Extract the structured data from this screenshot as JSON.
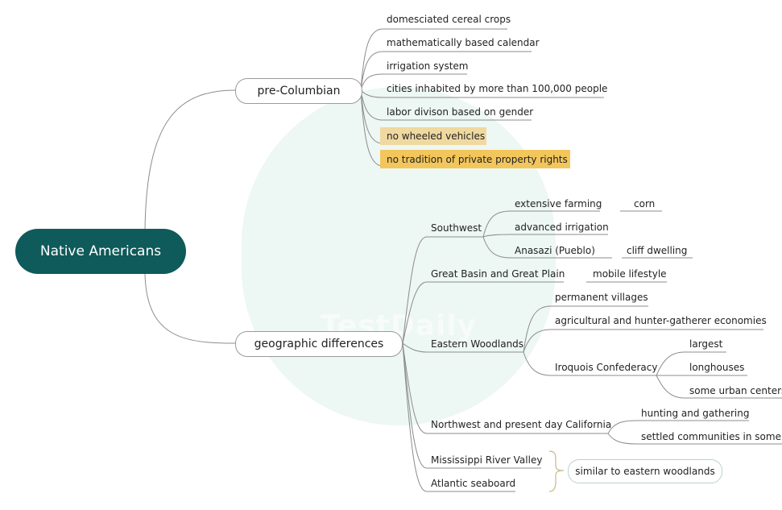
{
  "root": "Native Americans",
  "watermark": "TestDaily",
  "branches": {
    "pre_columbian": {
      "label": "pre-Columbian",
      "items": [
        "domesciated cereal crops",
        "mathematically based calendar",
        "irrigation system",
        "cities inhabited by more than 100,000 people",
        "labor divison based on gender",
        "no wheeled vehicles",
        "no tradition of private property rights"
      ]
    },
    "geographic": {
      "label": "geographic differences",
      "southwest": {
        "label": "Southwest",
        "items": [
          "extensive farming",
          "advanced irrigation",
          "Anasazi (Pueblo)"
        ],
        "corn": "corn",
        "cliff": "cliff dwelling"
      },
      "great_basin": {
        "label": "Great Basin and Great Plain",
        "child": "mobile lifestyle"
      },
      "eastern": {
        "label": "Eastern Woodlands",
        "items": [
          "permanent villages",
          "agricultural and hunter-gatherer economies",
          "Iroquois Confederacy"
        ],
        "iroquois": [
          "largest",
          "longhouses",
          "some urban centers"
        ]
      },
      "northwest": {
        "label": "Northwest and present day California",
        "items": [
          "hunting and gathering",
          "settled communities in some p"
        ]
      },
      "mississippi": "Mississippi River Valley",
      "atlantic": "Atlantic seaboard",
      "similar": "similar to eastern woodlands"
    }
  }
}
